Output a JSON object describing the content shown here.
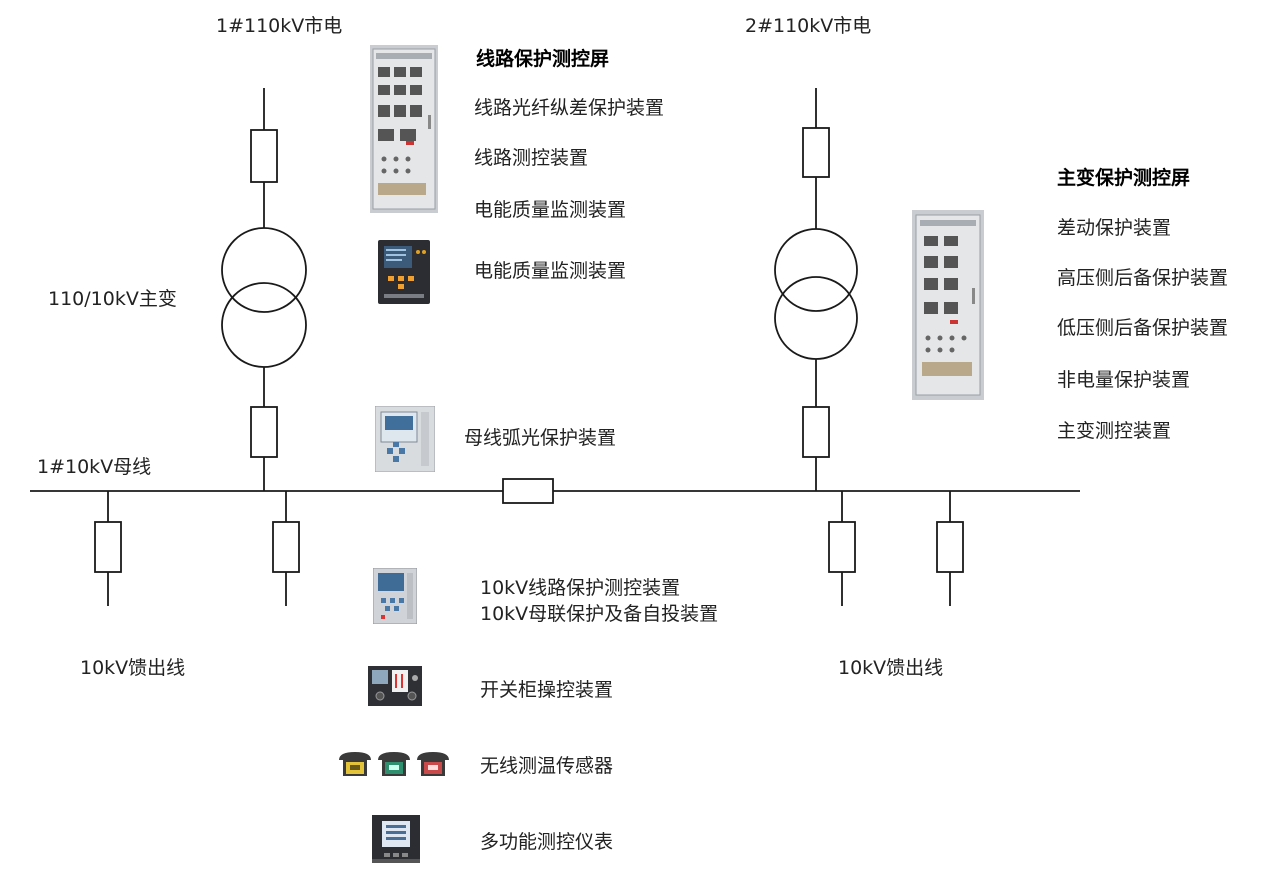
{
  "sources": {
    "left": "1#110kV市电",
    "right": "2#110kV市电"
  },
  "transformer_label": "110/10kV主变",
  "busbar_label": "1#10kV母线",
  "feeders": {
    "left": "10kV馈出线",
    "right": "10kV馈出线"
  },
  "line_panel": {
    "title": "线路保护测控屏",
    "items": [
      "线路光纤纵差保护装置",
      "线路测控装置",
      "电能质量监测装置"
    ]
  },
  "pq_device": "电能质量监测装置",
  "bus_arc_device": "母线弧光保护装置",
  "transformer_panel": {
    "title": "主变保护测控屏",
    "items": [
      "差动保护装置",
      "高压侧后备保护装置",
      "低压侧后备保护装置",
      "非电量保护装置",
      "主变测控装置"
    ]
  },
  "feeder_devices": {
    "protection_line1": "10kV线路保护测控装置",
    "protection_line2": "10kV母联保护及备自投装置",
    "switchgear": "开关柜操控装置",
    "temp_sensor": "无线测温传感器",
    "meter": "多功能测控仪表"
  },
  "colors": {
    "line": "#1a1a1a",
    "cabinet": "#c9ccd0",
    "device_dark": "#2b2d33",
    "sensor_yellow": "#e2c33a",
    "sensor_green": "#2f8f6e",
    "sensor_red": "#c84a4a"
  }
}
